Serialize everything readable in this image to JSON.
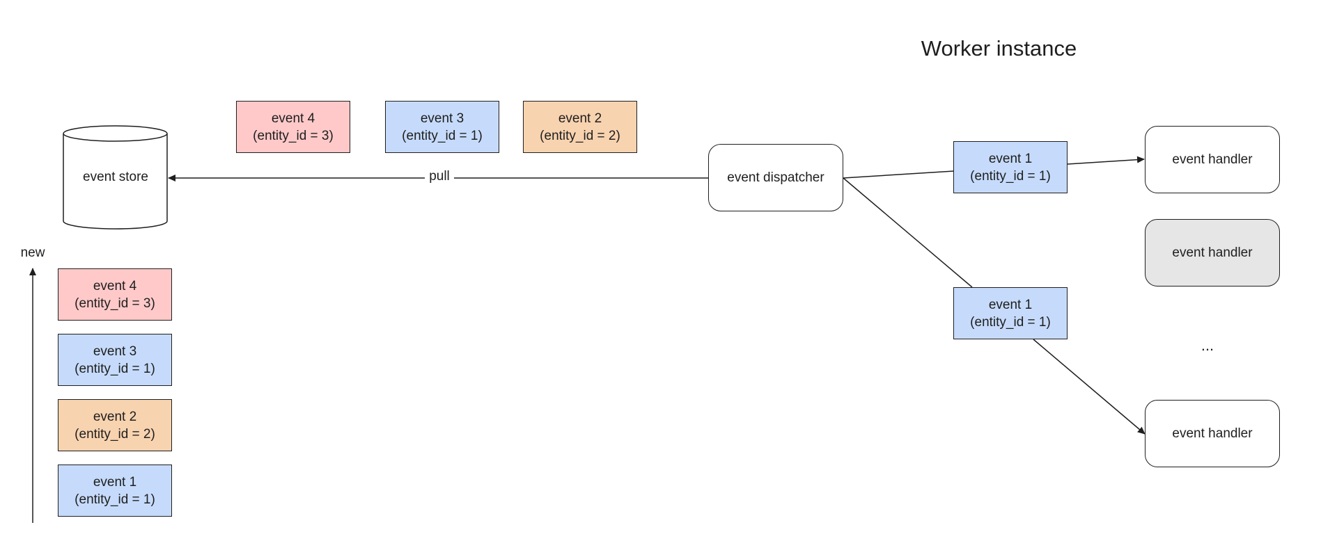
{
  "store": {
    "label": "event store"
  },
  "pull_label": "pull",
  "queue": [
    {
      "name": "event 4",
      "entity": "(entity_id = 3)",
      "color": "#ffc9c9"
    },
    {
      "name": "event 3",
      "entity": "(entity_id = 1)",
      "color": "#c6dbfb"
    },
    {
      "name": "event 2",
      "entity": "(entity_id = 2)",
      "color": "#f8d3b0"
    }
  ],
  "stack": {
    "axis_label": "new",
    "items": [
      {
        "name": "event 4",
        "entity": "(entity_id = 3)",
        "color": "#ffc9c9"
      },
      {
        "name": "event 3",
        "entity": "(entity_id = 1)",
        "color": "#c6dbfb"
      },
      {
        "name": "event 2",
        "entity": "(entity_id = 2)",
        "color": "#f8d3b0"
      },
      {
        "name": "event 1",
        "entity": "(entity_id = 1)",
        "color": "#c6dbfb"
      }
    ]
  },
  "worker": {
    "title": "Worker instance",
    "dispatcher": "event dispatcher",
    "inflight": [
      {
        "name": "event 1",
        "entity": "(entity_id = 1)"
      },
      {
        "name": "event 1",
        "entity": "(entity_id = 1)"
      }
    ],
    "handlers": [
      "event handler",
      "event handler",
      "event handler"
    ],
    "ellipsis": "..."
  }
}
